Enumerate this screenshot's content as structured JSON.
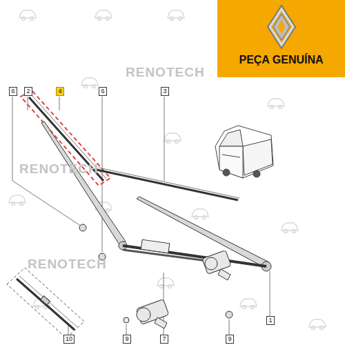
{
  "diagram": {
    "nodes": [
      {
        "text": [
          "PEÇA GENUÍNA"
        ]
      }
    ],
    "labels": [
      "6",
      "2",
      "4",
      "6",
      "3",
      "1",
      "7",
      "9",
      "9",
      "10",
      "RENOTECH",
      "RENOTECH",
      "RENOTECH"
    ]
  }
}
